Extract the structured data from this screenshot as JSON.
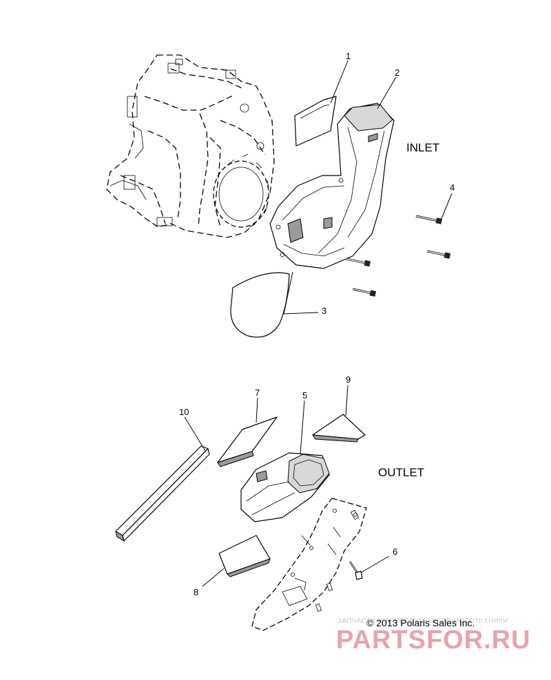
{
  "sections": {
    "inlet": "INLET",
    "outlet": "OUTLET"
  },
  "callouts": [
    "1",
    "2",
    "3",
    "4",
    "5",
    "6",
    "7",
    "8",
    "9",
    "10"
  ],
  "copyright": "© 2013 Polaris Sales Inc.",
  "watermark": {
    "tagline": "ЗАПЧАСТИ И АКСЕССУАРЫ ДЛЯ МОТОТЕХНИКИ",
    "brand": "PARTSFOR.RU",
    "color": "#e8a3ab"
  }
}
